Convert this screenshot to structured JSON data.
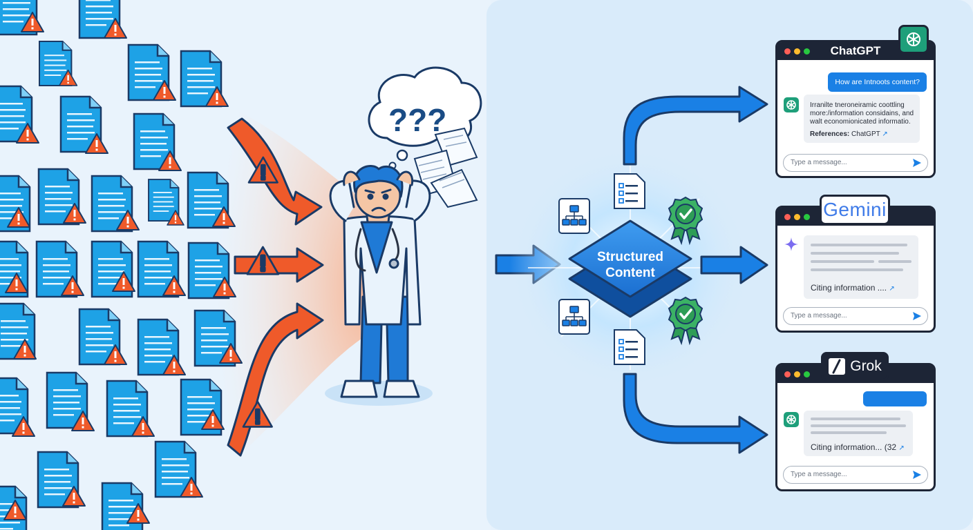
{
  "center_label": {
    "line1": "Structured",
    "line2": "Content"
  },
  "thought_marks": "???",
  "colors": {
    "accent_blue": "#1a80e5",
    "warning_orange": "#ef5a2a",
    "badge_green": "#2e9d56",
    "dark_frame": "#1d2536"
  },
  "chatgpt": {
    "title": "ChatGPT",
    "user_message": "How are Intnoots content?",
    "answer_lines": [
      "Irranilte tneroneiramic coottling",
      "more:/information considains, and",
      "walt economionicated informatio."
    ],
    "references_label": "References:",
    "references_value": "ChatGPT",
    "input_placeholder": "Type a message..."
  },
  "gemini": {
    "title": "Gemini",
    "citation": "Citing information ....",
    "input_placeholder": "Type a message..."
  },
  "grok": {
    "title": "Grok",
    "citation": "Citing information... (32",
    "input_placeholder": "Type a message..."
  }
}
